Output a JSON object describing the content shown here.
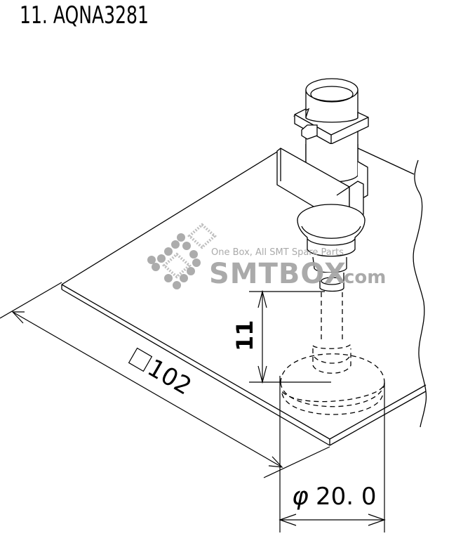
{
  "title": "11. AQNA3281",
  "watermark": {
    "tagline": "One Box, All SMT Spare Parts",
    "brand": "SMTBOX",
    "suffix": "com",
    "color": "#a8a8a8"
  },
  "dimensions": {
    "plate_size_symbol": "□",
    "plate_size_value": "102",
    "height_value": "11",
    "diameter_symbol": "φ",
    "diameter_value": "20. 0"
  }
}
